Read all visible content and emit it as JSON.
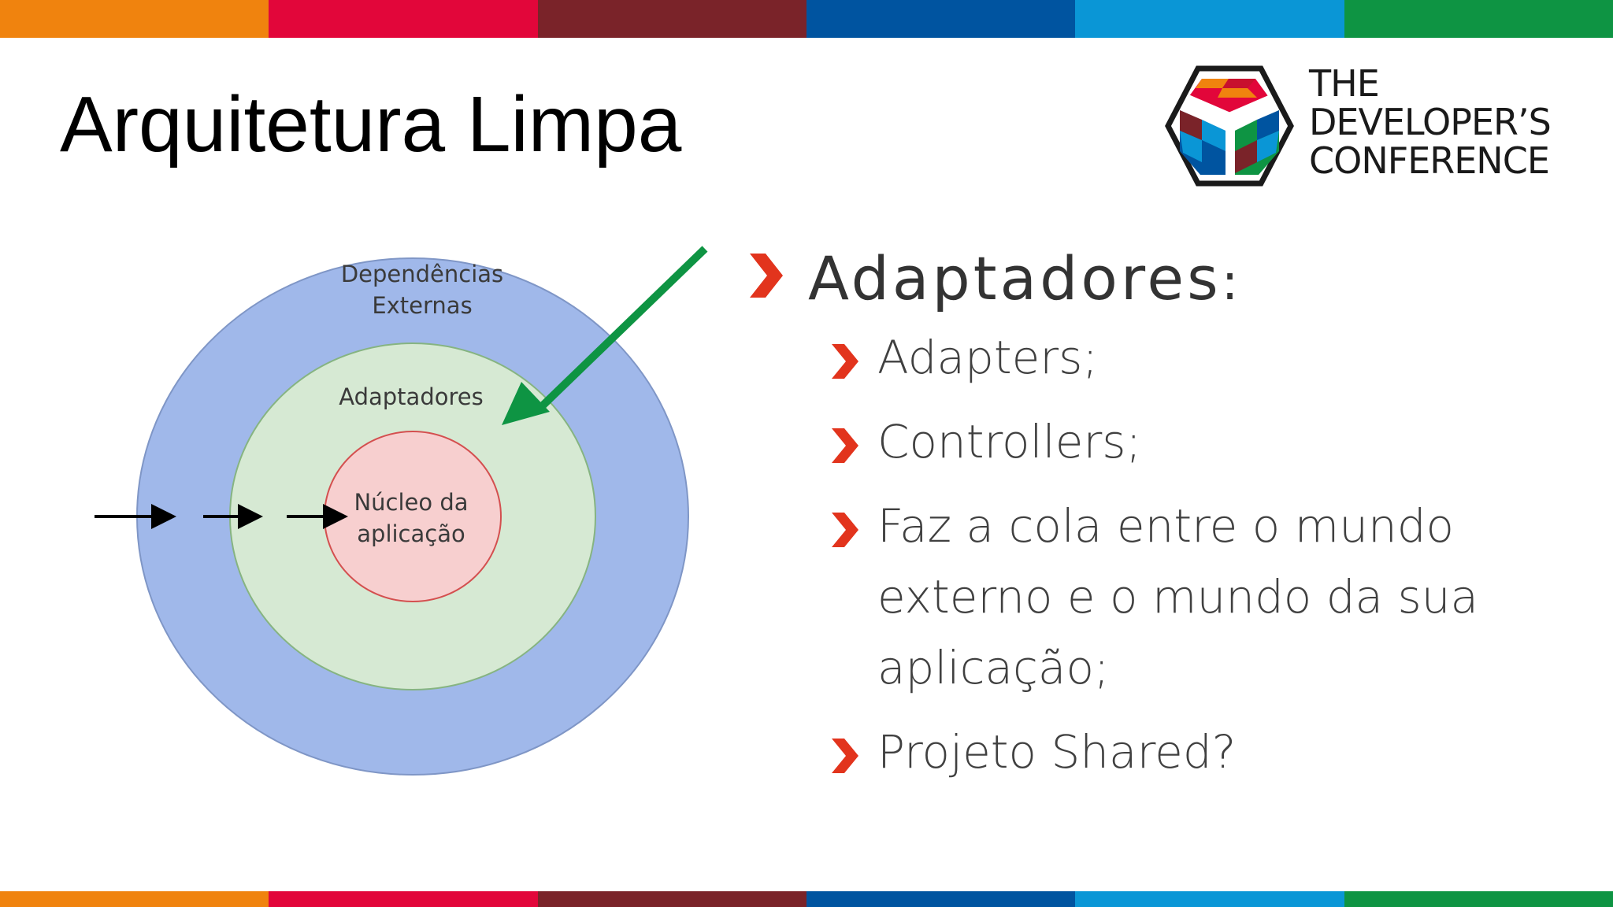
{
  "stripe_colors": [
    "#F0830E",
    "#E2063A",
    "#7A2329",
    "#0054A0",
    "#0A96D6",
    "#0E9443"
  ],
  "slide": {
    "title": "Arquitetura Limpa"
  },
  "logo": {
    "lines": [
      "THE",
      "DEVELOPER’S",
      "CONFERENCE"
    ]
  },
  "diagram": {
    "outer_label": [
      "Dependências",
      "Externas"
    ],
    "middle_label": "Adaptadores",
    "inner_label": [
      "Núcleo da",
      "aplicação"
    ],
    "colors": {
      "outer": "#A0B8EA",
      "middle": "#D6E9D3",
      "inner": "#F7CFCF",
      "pointer": "#0E9443"
    }
  },
  "content": {
    "heading": "Adaptadores",
    "heading_suffix": ":",
    "items": [
      "Adapters;",
      "Controllers;",
      "Faz a cola entre o mundo externo e o mundo da sua aplicação;",
      "Projeto Shared?"
    ],
    "accent": "#E2341D"
  }
}
